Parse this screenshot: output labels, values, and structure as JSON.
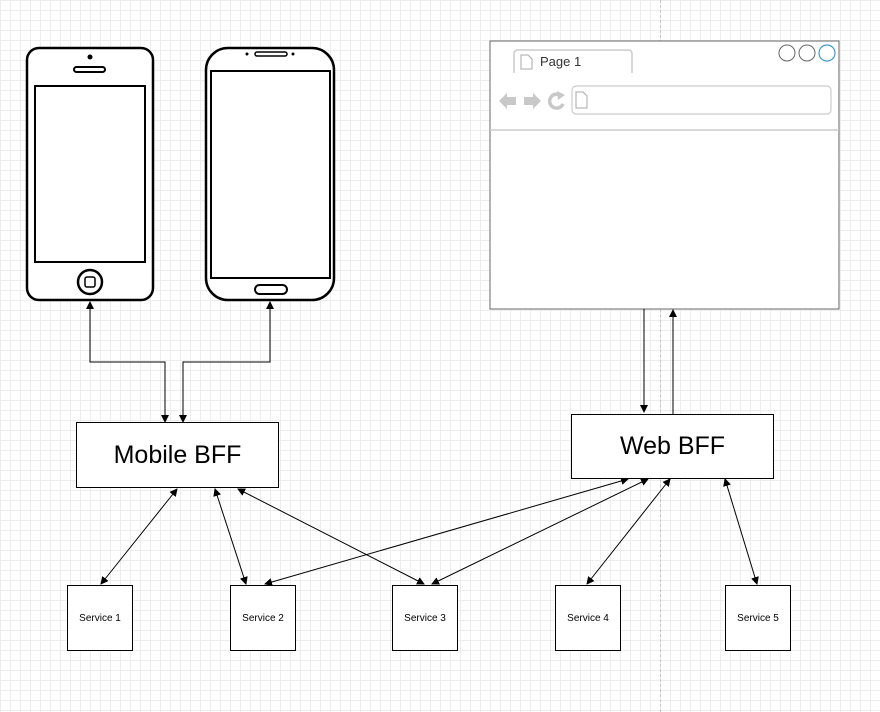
{
  "browser": {
    "tab_label": "Page 1"
  },
  "nodes": {
    "mobile_bff": "Mobile BFF",
    "web_bff": "Web BFF",
    "services": [
      "Service 1",
      "Service 2",
      "Service 3",
      "Service 4",
      "Service 5"
    ]
  },
  "colors": {
    "stroke": "#000000",
    "browser_border": "#666666",
    "browser_chrome": "#cccccc",
    "browser_window_button_accent": "#3d9bd1"
  }
}
